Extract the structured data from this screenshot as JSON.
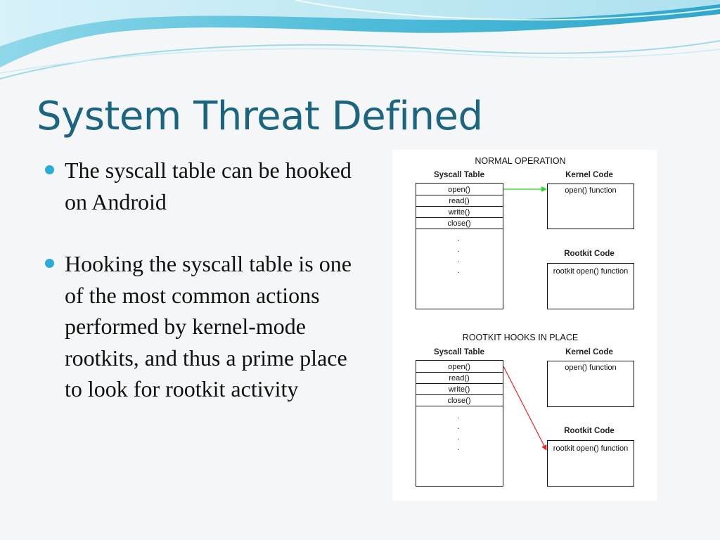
{
  "slide": {
    "title": "System Threat Defined",
    "bullets": [
      "The syscall table can be hooked on Android",
      "Hooking the syscall table is one of the most common actions performed by kernel-mode rootkits, and thus a prime place to look for rootkit activity"
    ]
  },
  "diagram": {
    "sections": [
      {
        "heading": "NORMAL OPERATION",
        "syscall_table_label": "Syscall Table",
        "kernel_code_label": "Kernel Code",
        "rootkit_code_label": "Rootkit Code",
        "syscall_entries": [
          "open()",
          "read()",
          "write()",
          "close()"
        ],
        "ellipsis": [
          ".",
          ".",
          ".",
          "."
        ],
        "kernel_box_text": "open() function",
        "rootkit_box_text": "rootkit open() function",
        "arrow_color": "#22dd22"
      },
      {
        "heading": "ROOTKIT HOOKS IN PLACE",
        "syscall_table_label": "Syscall Table",
        "kernel_code_label": "Kernel Code",
        "rootkit_code_label": "Rootkit Code",
        "syscall_entries": [
          "open()",
          "read()",
          "write()",
          "close()"
        ],
        "ellipsis": [
          ".",
          ".",
          ".",
          "."
        ],
        "kernel_box_text": "open() function",
        "rootkit_box_text": "rootkit open() function",
        "arrow_color": "#ee2222"
      }
    ]
  },
  "colors": {
    "title": "#1c6580",
    "bullet": "#2aaed8",
    "wave_dark": "#3fb4d3",
    "wave_light": "#bfe8f3"
  }
}
